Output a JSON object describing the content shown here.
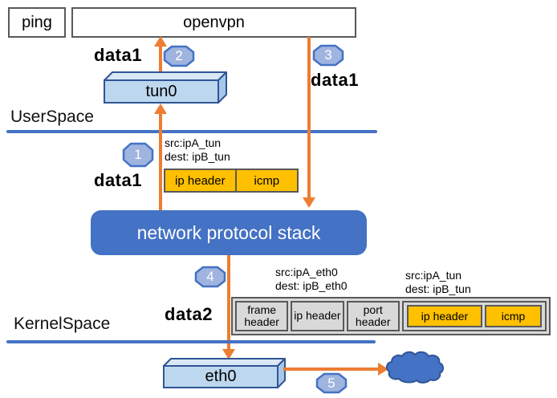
{
  "processes": {
    "ping": "ping",
    "openvpn": "openvpn"
  },
  "devices": {
    "tun0": "tun0",
    "eth0": "eth0"
  },
  "stack": {
    "label": "network protocol stack"
  },
  "spaces": {
    "user": "UserSpace",
    "kernel": "KernelSpace"
  },
  "steps": [
    "1",
    "2",
    "3",
    "4",
    "5"
  ],
  "flow_labels": {
    "step1_data": "data1",
    "step2_data": "data1",
    "step3_data": "data1",
    "step4_data": "data2"
  },
  "addresses": {
    "tun_upper": {
      "src": "src:ipA_tun",
      "dest": "dest: ipB_tun"
    },
    "eth": {
      "src": "src:ipA_eth0",
      "dest": "dest: ipB_eth0"
    },
    "tun_lower": {
      "src": "src:ipA_tun",
      "dest": "dest: ipB_tun"
    }
  },
  "packets": {
    "tun_packet": {
      "cells": [
        "ip header",
        "icmp"
      ]
    },
    "eth_frame": {
      "outer_cells": [
        "frame header",
        "ip header",
        "port header"
      ],
      "inner_cells": [
        "ip header",
        "icmp"
      ]
    }
  },
  "colors": {
    "arrow_orange": "#ED7D31",
    "stack_blue": "#4472C4",
    "badge_fill": "#9FB4DF",
    "device_fill": "#BDD7EE",
    "packet_yellow": "#FFC000",
    "cell_gray": "#D9D9D9",
    "border_gray": "#595959"
  }
}
